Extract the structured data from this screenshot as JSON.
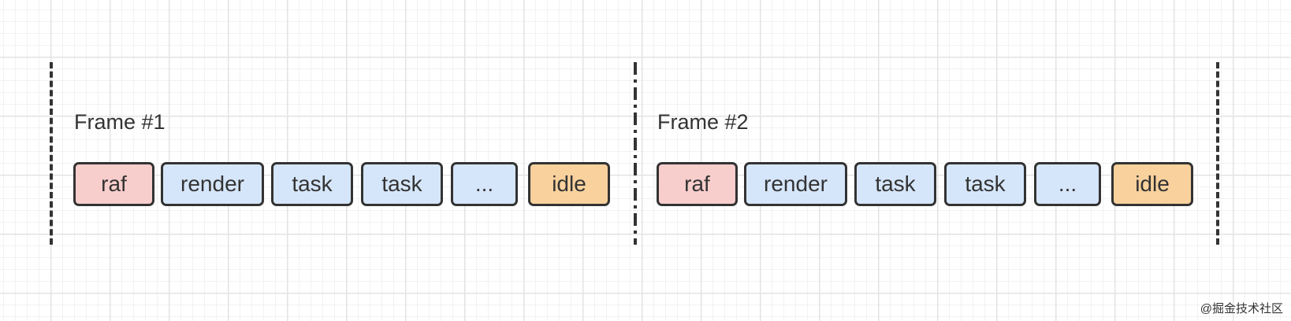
{
  "frames": [
    {
      "label": "Frame #1",
      "blocks": [
        "raf",
        "render",
        "task",
        "task",
        "...",
        "idle"
      ]
    },
    {
      "label": "Frame #2",
      "blocks": [
        "raf",
        "render",
        "task",
        "task",
        "...",
        "idle"
      ]
    }
  ],
  "colors": {
    "raf": "#f8cecc",
    "render_task": "#d6e6fa",
    "idle": "#f8d19d",
    "stroke": "#333333"
  },
  "watermark": "@掘金技术社区"
}
